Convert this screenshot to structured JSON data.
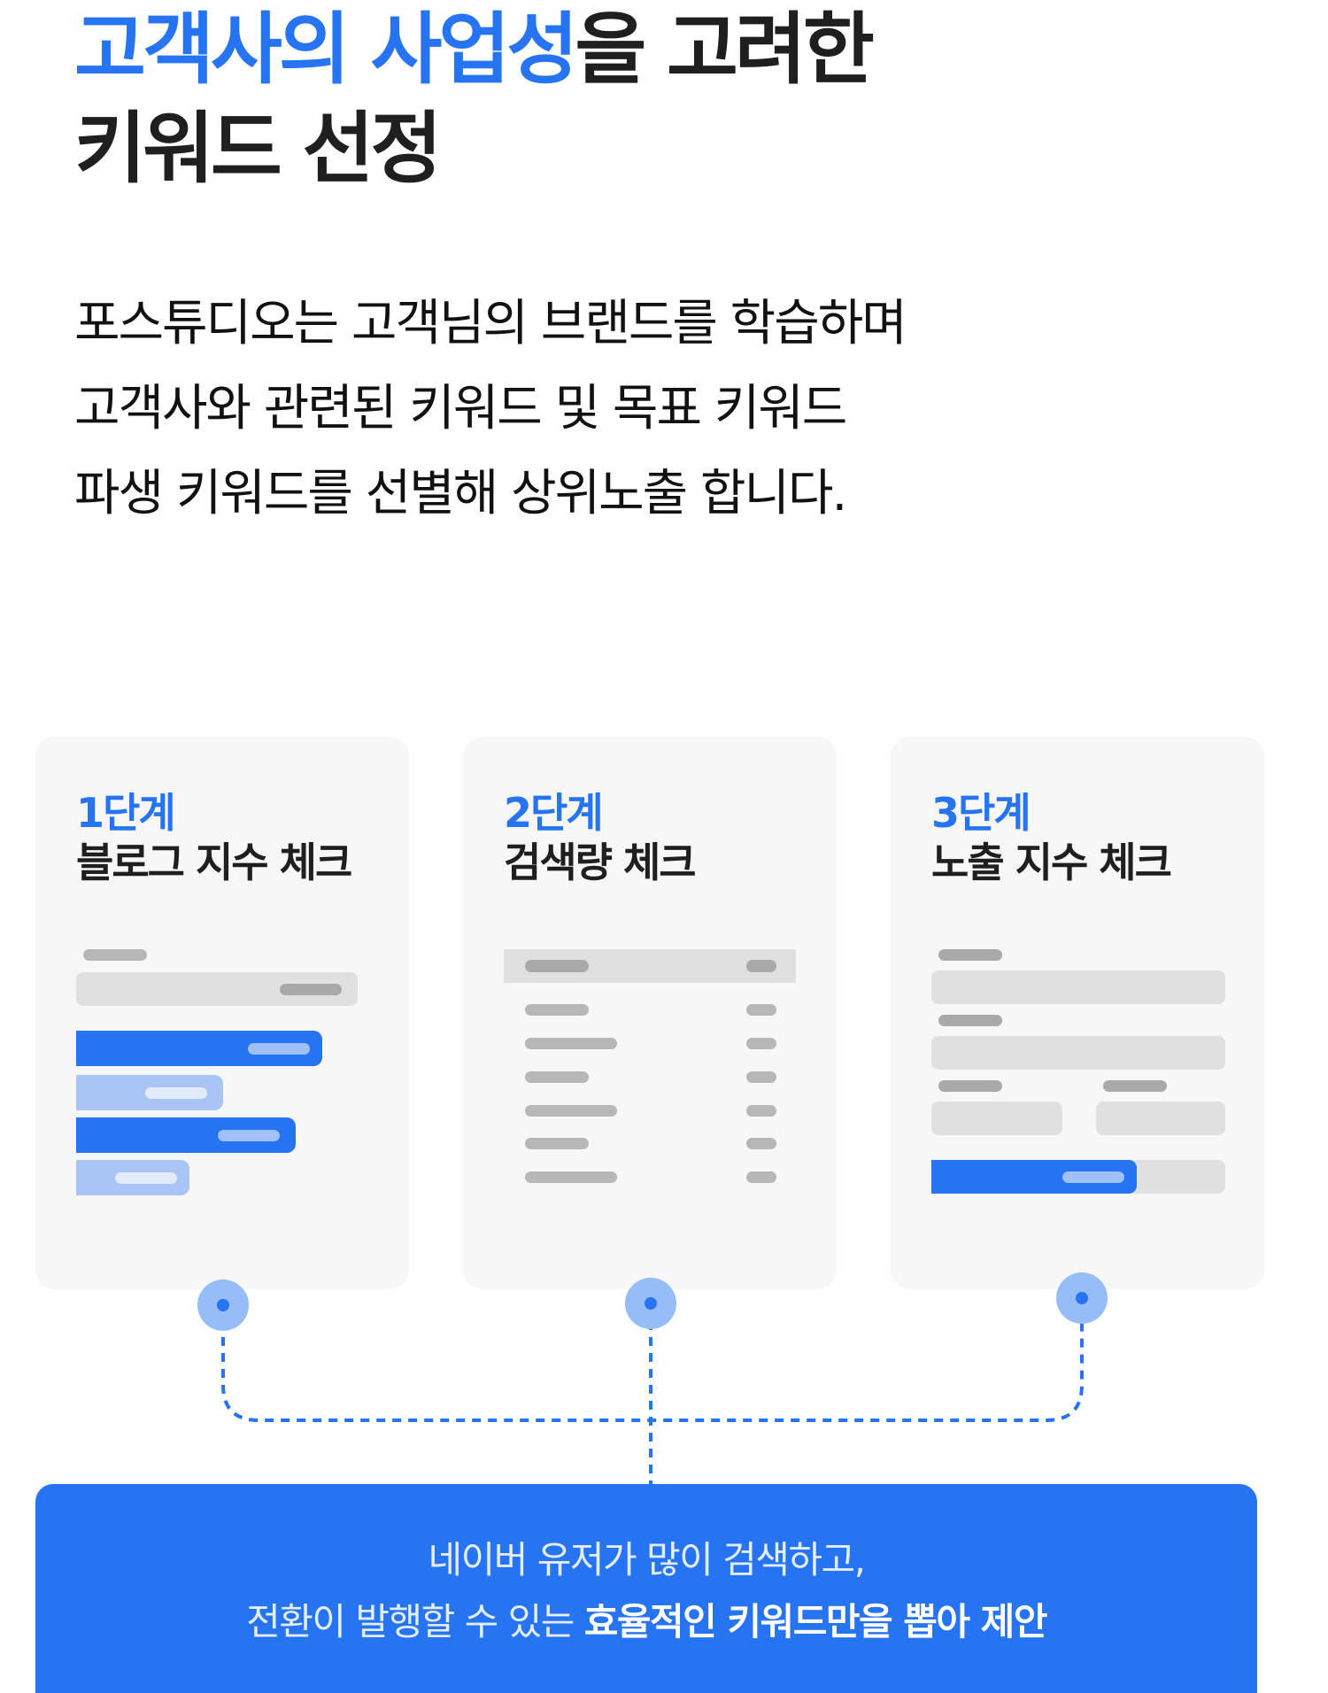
{
  "heading": {
    "highlight": "고객사의 사업성",
    "rest": "을 고려한",
    "line2": "키워드 선정"
  },
  "description": [
    "포스튜디오는 고객님의 브랜드를 학습하며",
    "고객사와 관련된 키워드 및 목표 키워드",
    "파생 키워드를 선별해 상위노출 합니다."
  ],
  "steps": [
    {
      "step": "1단계",
      "title": "블로그 지수 체크"
    },
    {
      "step": "2단계",
      "title": "검색량 체크"
    },
    {
      "step": "3단계",
      "title": "노출 지수 체크"
    }
  ],
  "summary": {
    "line1": "네이버 유저가 많이 검색하고,",
    "line2_plain": "전환이 발행할 수 있는 ",
    "line2_bold": "효율적인 키워드만을 뽑아 제안"
  },
  "colors": {
    "accent": "#2674f2",
    "light_accent": "#a9c4f7",
    "card_bg": "#f7f7f7"
  }
}
